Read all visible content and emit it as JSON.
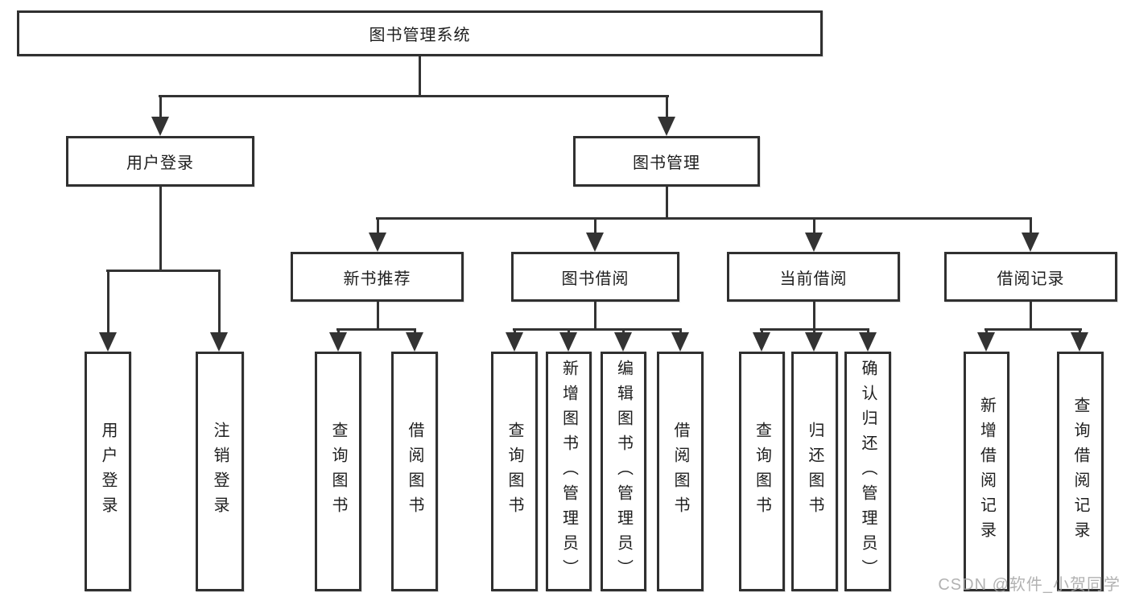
{
  "tree": {
    "root": "图书管理系统",
    "branches": [
      {
        "label": "用户登录",
        "leaves": [
          "用户登录",
          "注销登录"
        ]
      },
      {
        "label": "图书管理",
        "groups": [
          {
            "label": "新书推荐",
            "leaves": [
              "查询图书",
              "借阅图书"
            ]
          },
          {
            "label": "图书借阅",
            "leaves": [
              "查询图书",
              "新增图书（管理员）",
              "编辑图书（管理员）",
              "借阅图书"
            ]
          },
          {
            "label": "当前借阅",
            "leaves": [
              "查询图书",
              "归还图书",
              "确认归还（管理员）"
            ]
          },
          {
            "label": "借阅记录",
            "leaves": [
              "新增借阅记录",
              "查询借阅记录"
            ]
          }
        ]
      }
    ]
  },
  "watermark": "CSDN @软件_小贺同学",
  "colors": {
    "line": "#333333",
    "box_border": "#303030",
    "text": "#1e1e1e",
    "background": "#ffffff",
    "watermark": "#a5a5a5"
  }
}
